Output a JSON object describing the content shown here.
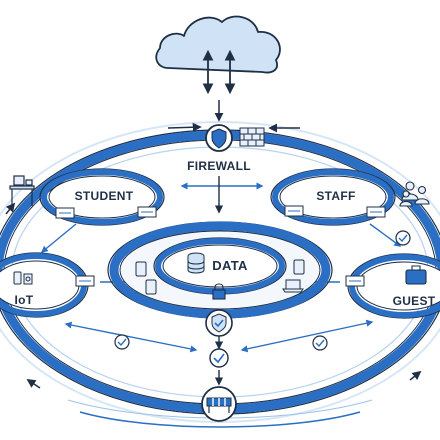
{
  "labels": {
    "firewall": "FIREWALL",
    "student": "STUDENT",
    "staff": "STAFF",
    "data": "DATA",
    "iot": "IoT",
    "guest": "GUEST"
  },
  "colors": {
    "primary_blue": "#2a6fc4",
    "light_blue": "#d9e8f7",
    "ring_fill": "#e8f1fb",
    "line_blue": "#3f7fcc",
    "outline_dark": "#1f2f45",
    "cloud_fill": "#cfe2f6",
    "firewall_red": "#c0392b"
  },
  "icons": {
    "cloud": "cloud-icon",
    "firewall_shield": "shield-icon",
    "firewall_wall": "brick-wall-icon",
    "student_desk": "desk-icon",
    "staff_people": "people-icon",
    "guest_luggage": "suitcase-icon",
    "iot_devices": "iot-devices-icon",
    "database": "database-icon",
    "lock": "lock-icon",
    "check": "check-circle-icon",
    "switch": "network-switch-icon",
    "tablet": "tablet-icon",
    "laptop": "laptop-icon",
    "gateway": "barrier-icon"
  }
}
